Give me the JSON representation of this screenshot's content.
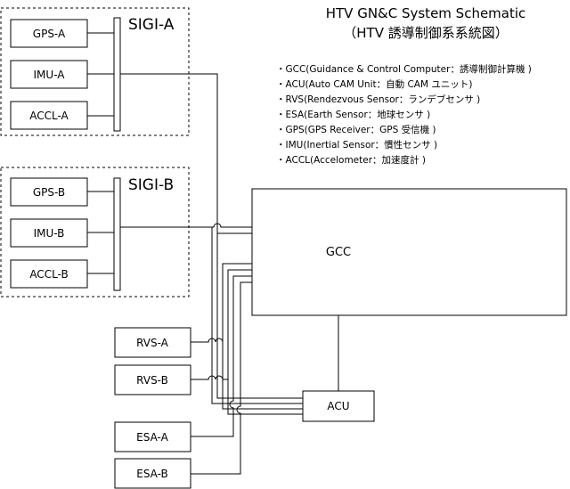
{
  "title": "HTV GN&C System Schematic",
  "subtitle": "（HTV 誘導制御系系統図）",
  "groups": [
    {
      "label": "SIGI-A",
      "members": [
        "GPS-A",
        "IMU-A",
        "ACCL-A"
      ]
    },
    {
      "label": "SIGI-B",
      "members": [
        "GPS-B",
        "IMU-B",
        "ACCL-B"
      ]
    }
  ],
  "nodes": {
    "gps_a": "GPS-A",
    "imu_a": "IMU-A",
    "accl_a": "ACCL-A",
    "gps_b": "GPS-B",
    "imu_b": "IMU-B",
    "accl_b": "ACCL-B",
    "gcc": "GCC",
    "acu": "ACU",
    "rvs_a": "RVS-A",
    "rvs_b": "RVS-B",
    "esa_a": "ESA-A",
    "esa_b": "ESA-B"
  },
  "edges": [
    {
      "from": "SIGI-A",
      "to": "GCC"
    },
    {
      "from": "SIGI-B",
      "to": "GCC"
    },
    {
      "from": "RVS-A",
      "to": "GCC"
    },
    {
      "from": "RVS-B",
      "to": "GCC"
    },
    {
      "from": "ESA-A",
      "to": "GCC"
    },
    {
      "from": "ESA-B",
      "to": "GCC"
    },
    {
      "from": "SIGI-A",
      "to": "ACU"
    },
    {
      "from": "SIGI-B",
      "to": "ACU"
    },
    {
      "from": "RVS-A",
      "to": "ACU"
    },
    {
      "from": "RVS-B",
      "to": "ACU"
    },
    {
      "from": "GCC",
      "to": "ACU"
    }
  ],
  "legend": [
    "・GCC(Guidance & Control Computer：誘導制御計算機 )",
    "・ACU(Auto CAM Unit：自動 CAM ユニット)",
    "・RVS(Rendezvous Sensor：ランデブセンサ )",
    "・ESA(Earth Sensor：地球センサ )",
    "・GPS(GPS Receiver：GPS 受信機 )",
    "・IMU(Inertial Sensor：慣性センサ )",
    "・ACCL(Accelometer：加速度計 )"
  ]
}
